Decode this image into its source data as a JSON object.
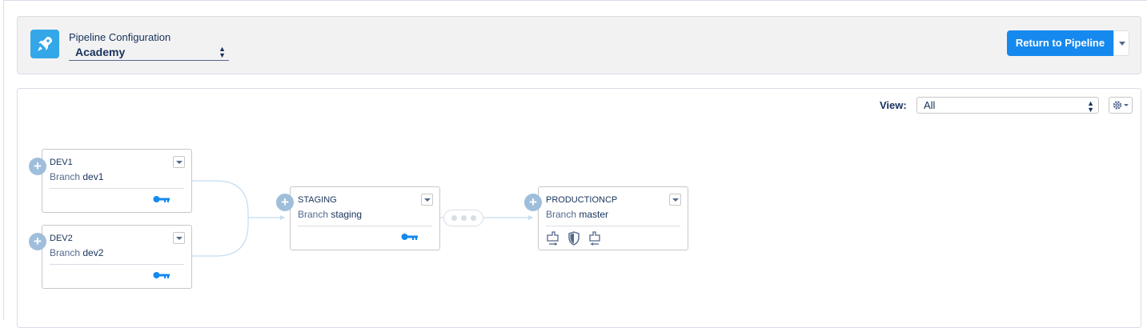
{
  "header": {
    "label": "Pipeline Configuration",
    "pipeline_value": "Academy",
    "return_button": "Return to Pipeline",
    "icon": "rocket-icon"
  },
  "toolbar": {
    "view_label": "View:",
    "view_value": "All",
    "settings_icon": "gear-icon"
  },
  "stages": [
    {
      "name": "DEV1",
      "branch_label": "Branch",
      "branch": "dev1",
      "icon": "key-icon"
    },
    {
      "name": "DEV2",
      "branch_label": "Branch",
      "branch": "dev2",
      "icon": "key-icon"
    },
    {
      "name": "STAGING",
      "branch_label": "Branch",
      "branch": "staging",
      "icon": "key-icon"
    },
    {
      "name": "PRODUCTIONCP",
      "branch_label": "Branch",
      "branch": "master",
      "icons": [
        "deploy-icon",
        "shield-icon",
        "back-promote-icon"
      ]
    }
  ],
  "add_symbol": "+",
  "colors": {
    "accent": "#1589ee",
    "app_icon": "#34a7e8",
    "add_button": "#9fbedb",
    "connector": "#c5dcef"
  }
}
